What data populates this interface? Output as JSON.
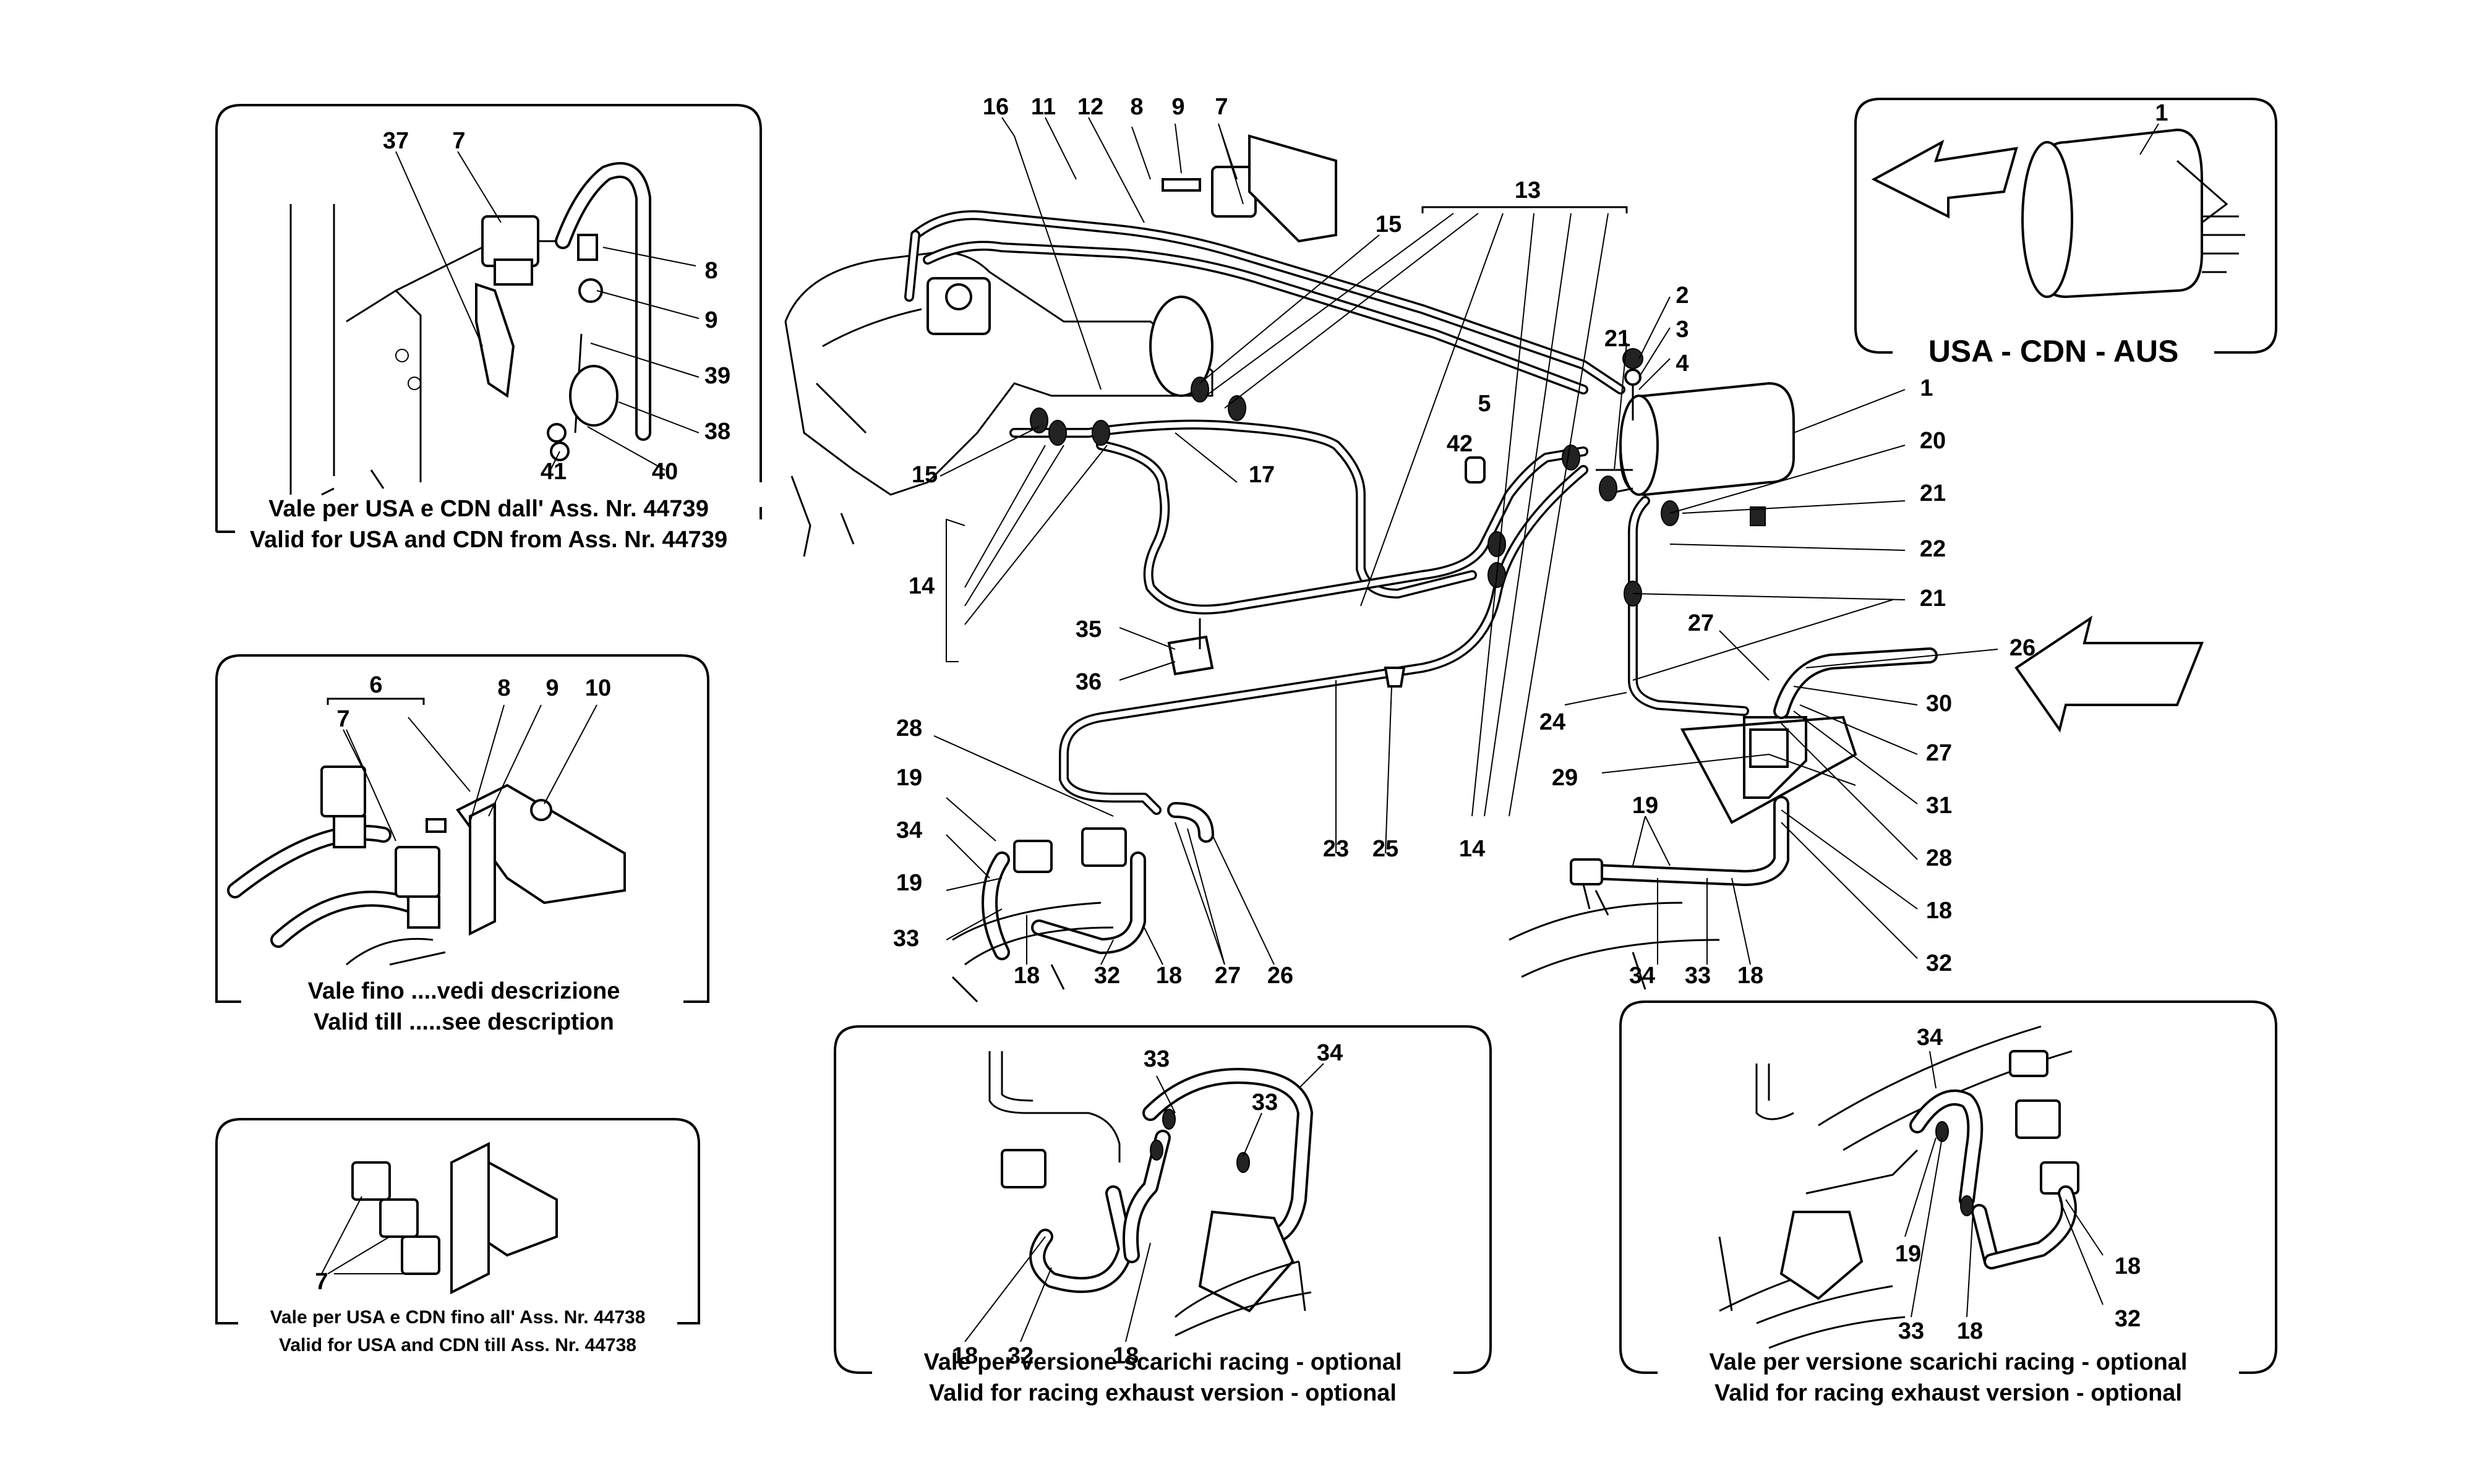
{
  "callouts": {
    "inset_top_left": [
      "37",
      "7",
      "8",
      "9",
      "39",
      "38",
      "41",
      "40"
    ],
    "inset_mid_left": [
      "6",
      "7",
      "8",
      "9",
      "10"
    ],
    "inset_bottom_left": [
      "7"
    ],
    "main": [
      "16",
      "11",
      "12",
      "8",
      "9",
      "7",
      "13",
      "15",
      "2",
      "3",
      "4",
      "21",
      "1",
      "5",
      "42",
      "20",
      "21",
      "15",
      "17",
      "22",
      "21",
      "14",
      "35",
      "36",
      "27",
      "26",
      "30",
      "24",
      "27",
      "29",
      "31",
      "28",
      "28",
      "19",
      "34",
      "19",
      "23",
      "25",
      "14",
      "18",
      "19",
      "33",
      "18",
      "32",
      "18",
      "27",
      "26",
      "34",
      "33",
      "18",
      "32"
    ],
    "inset_racing_1": [
      "33",
      "34",
      "33",
      "18",
      "32",
      "18"
    ],
    "inset_racing_2": [
      "34",
      "19",
      "18",
      "33",
      "18",
      "32"
    ],
    "inset_top_right": [
      "1"
    ]
  },
  "captions": {
    "inset_top_left_it": "Vale per USA e CDN dall' Ass. Nr. 44739",
    "inset_top_left_en": "Valid for USA and CDN from Ass. Nr. 44739",
    "inset_mid_left_it": "Vale fino ....vedi descrizione",
    "inset_mid_left_en": "Valid till .....see description",
    "inset_bottom_left_it": "Vale per USA e CDN fino all' Ass. Nr. 44738",
    "inset_bottom_left_en": "Valid for USA and CDN till Ass. Nr. 44738",
    "racing_1_it": "Vale per versione scarichi racing - optional",
    "racing_1_en": "Valid for racing exhaust version - optional",
    "racing_2_it": "Vale per versione scarichi racing - optional",
    "racing_2_en": "Valid for racing exhaust version - optional"
  },
  "region_label": "USA - CDN - AUS",
  "colors": {
    "ink": "#000000",
    "paper": "#ffffff"
  }
}
